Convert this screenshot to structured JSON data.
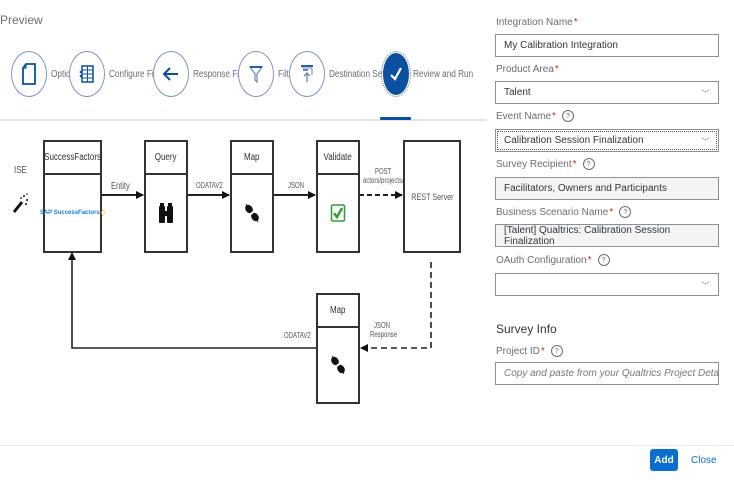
{
  "preview": {
    "title": "Preview",
    "steps": [
      {
        "label": "Options",
        "icon": "document-icon",
        "active": false
      },
      {
        "label": "Configure Fields",
        "icon": "table-icon",
        "active": false
      },
      {
        "label": "Response Fields",
        "icon": "arrow-left-icon",
        "active": false
      },
      {
        "label": "Filter",
        "icon": "filter-icon",
        "active": false
      },
      {
        "label": "Destination Settings",
        "icon": "upload-icon",
        "active": false
      },
      {
        "label": "Review and Run",
        "icon": "checkmark-icon",
        "active": true
      }
    ],
    "diagram": {
      "source_label": "ISE",
      "boxes": {
        "successfactors": {
          "header": "SuccessFactors",
          "logo_text": "SAP SuccessFactors"
        },
        "query": {
          "header": "Query"
        },
        "map": {
          "header": "Map"
        },
        "validate": {
          "header": "Validate"
        },
        "rest_server": {
          "header": "REST Server"
        },
        "map_response": {
          "header": "Map"
        }
      },
      "edges": {
        "entity": "Entity",
        "odata_1": "ODATAV2",
        "json": "JSON",
        "post_line1": "POST",
        "post_line2": "actors/projects/Sur",
        "json_response_line1": "JSON",
        "json_response_line2": "Response",
        "odata_2": "ODATAV2"
      }
    }
  },
  "form": {
    "integration_name": {
      "label": "Integration Name",
      "required": "*",
      "value": "My Calibration Integration"
    },
    "product_area": {
      "label": "Product Area",
      "required": "*",
      "value": "Talent"
    },
    "event_name": {
      "label": "Event Name",
      "required": "*",
      "value": "Calibration Session Finalization"
    },
    "survey_recipient": {
      "label": "Survey Recipient",
      "required": "*",
      "value": "Facilitators, Owners and Participants"
    },
    "business_scenario": {
      "label": "Business Scenario Name",
      "required": "*",
      "value": "[Talent] Qualtrics: Calibration Session Finalization"
    },
    "oauth": {
      "label": "OAuth Configuration",
      "required": "*",
      "value": ""
    },
    "survey_info_title": "Survey Info",
    "project_id": {
      "label": "Project ID",
      "required": "*",
      "value": "",
      "placeholder": "Copy and paste from your Qualtrics Project Detail p..."
    },
    "help_glyph": "?",
    "chevron_glyph": "﹀"
  },
  "footer": {
    "add_label": "Add",
    "close_label": "Close"
  },
  "colors": {
    "primary": "#0a6ed1",
    "step_active": "#0a4fa0",
    "required": "#d0271d"
  }
}
